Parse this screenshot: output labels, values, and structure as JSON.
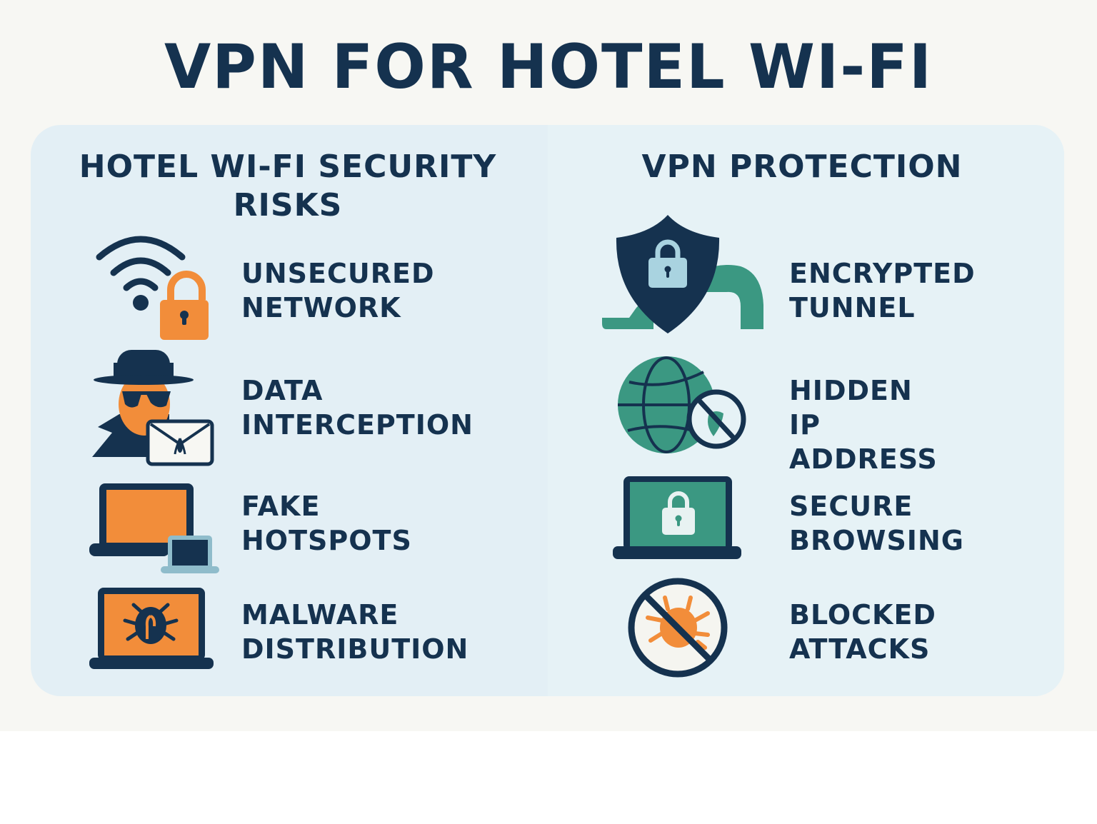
{
  "title": "VPN FOR HOTEL WI-FI",
  "colors": {
    "navy": "#15324f",
    "orange": "#f28d3a",
    "teal": "#3b9882",
    "light_blue": "#a9d3e0",
    "panel_bg": "#e3eff5",
    "page_bg": "#f7f7f3"
  },
  "left_column": {
    "heading": "HOTEL WI-FI SECURITY\nRISKS",
    "items": [
      {
        "icon": "wifi-lock-icon",
        "label": "UNSECURED\nNETWORK"
      },
      {
        "icon": "hacker-envelope-icon",
        "label": "DATA\nINTERCEPTION"
      },
      {
        "icon": "fake-hotspot-laptops-icon",
        "label": "FAKE\nHOTSPOTS"
      },
      {
        "icon": "laptop-bug-icon",
        "label": "MALWARE\nDISTRIBUTION"
      }
    ]
  },
  "right_column": {
    "heading": "VPN PROTECTION",
    "items": [
      {
        "icon": "shield-tunnel-icon",
        "label": "ENCRYPTED\nTUNNEL"
      },
      {
        "icon": "globe-blocked-location-icon",
        "label": "HIDDEN IP\nADDRESS"
      },
      {
        "icon": "laptop-lock-icon",
        "label": "SECURE\nBROWSING"
      },
      {
        "icon": "blocked-bug-icon",
        "label": "BLOCKED\nATTACKS"
      }
    ]
  }
}
